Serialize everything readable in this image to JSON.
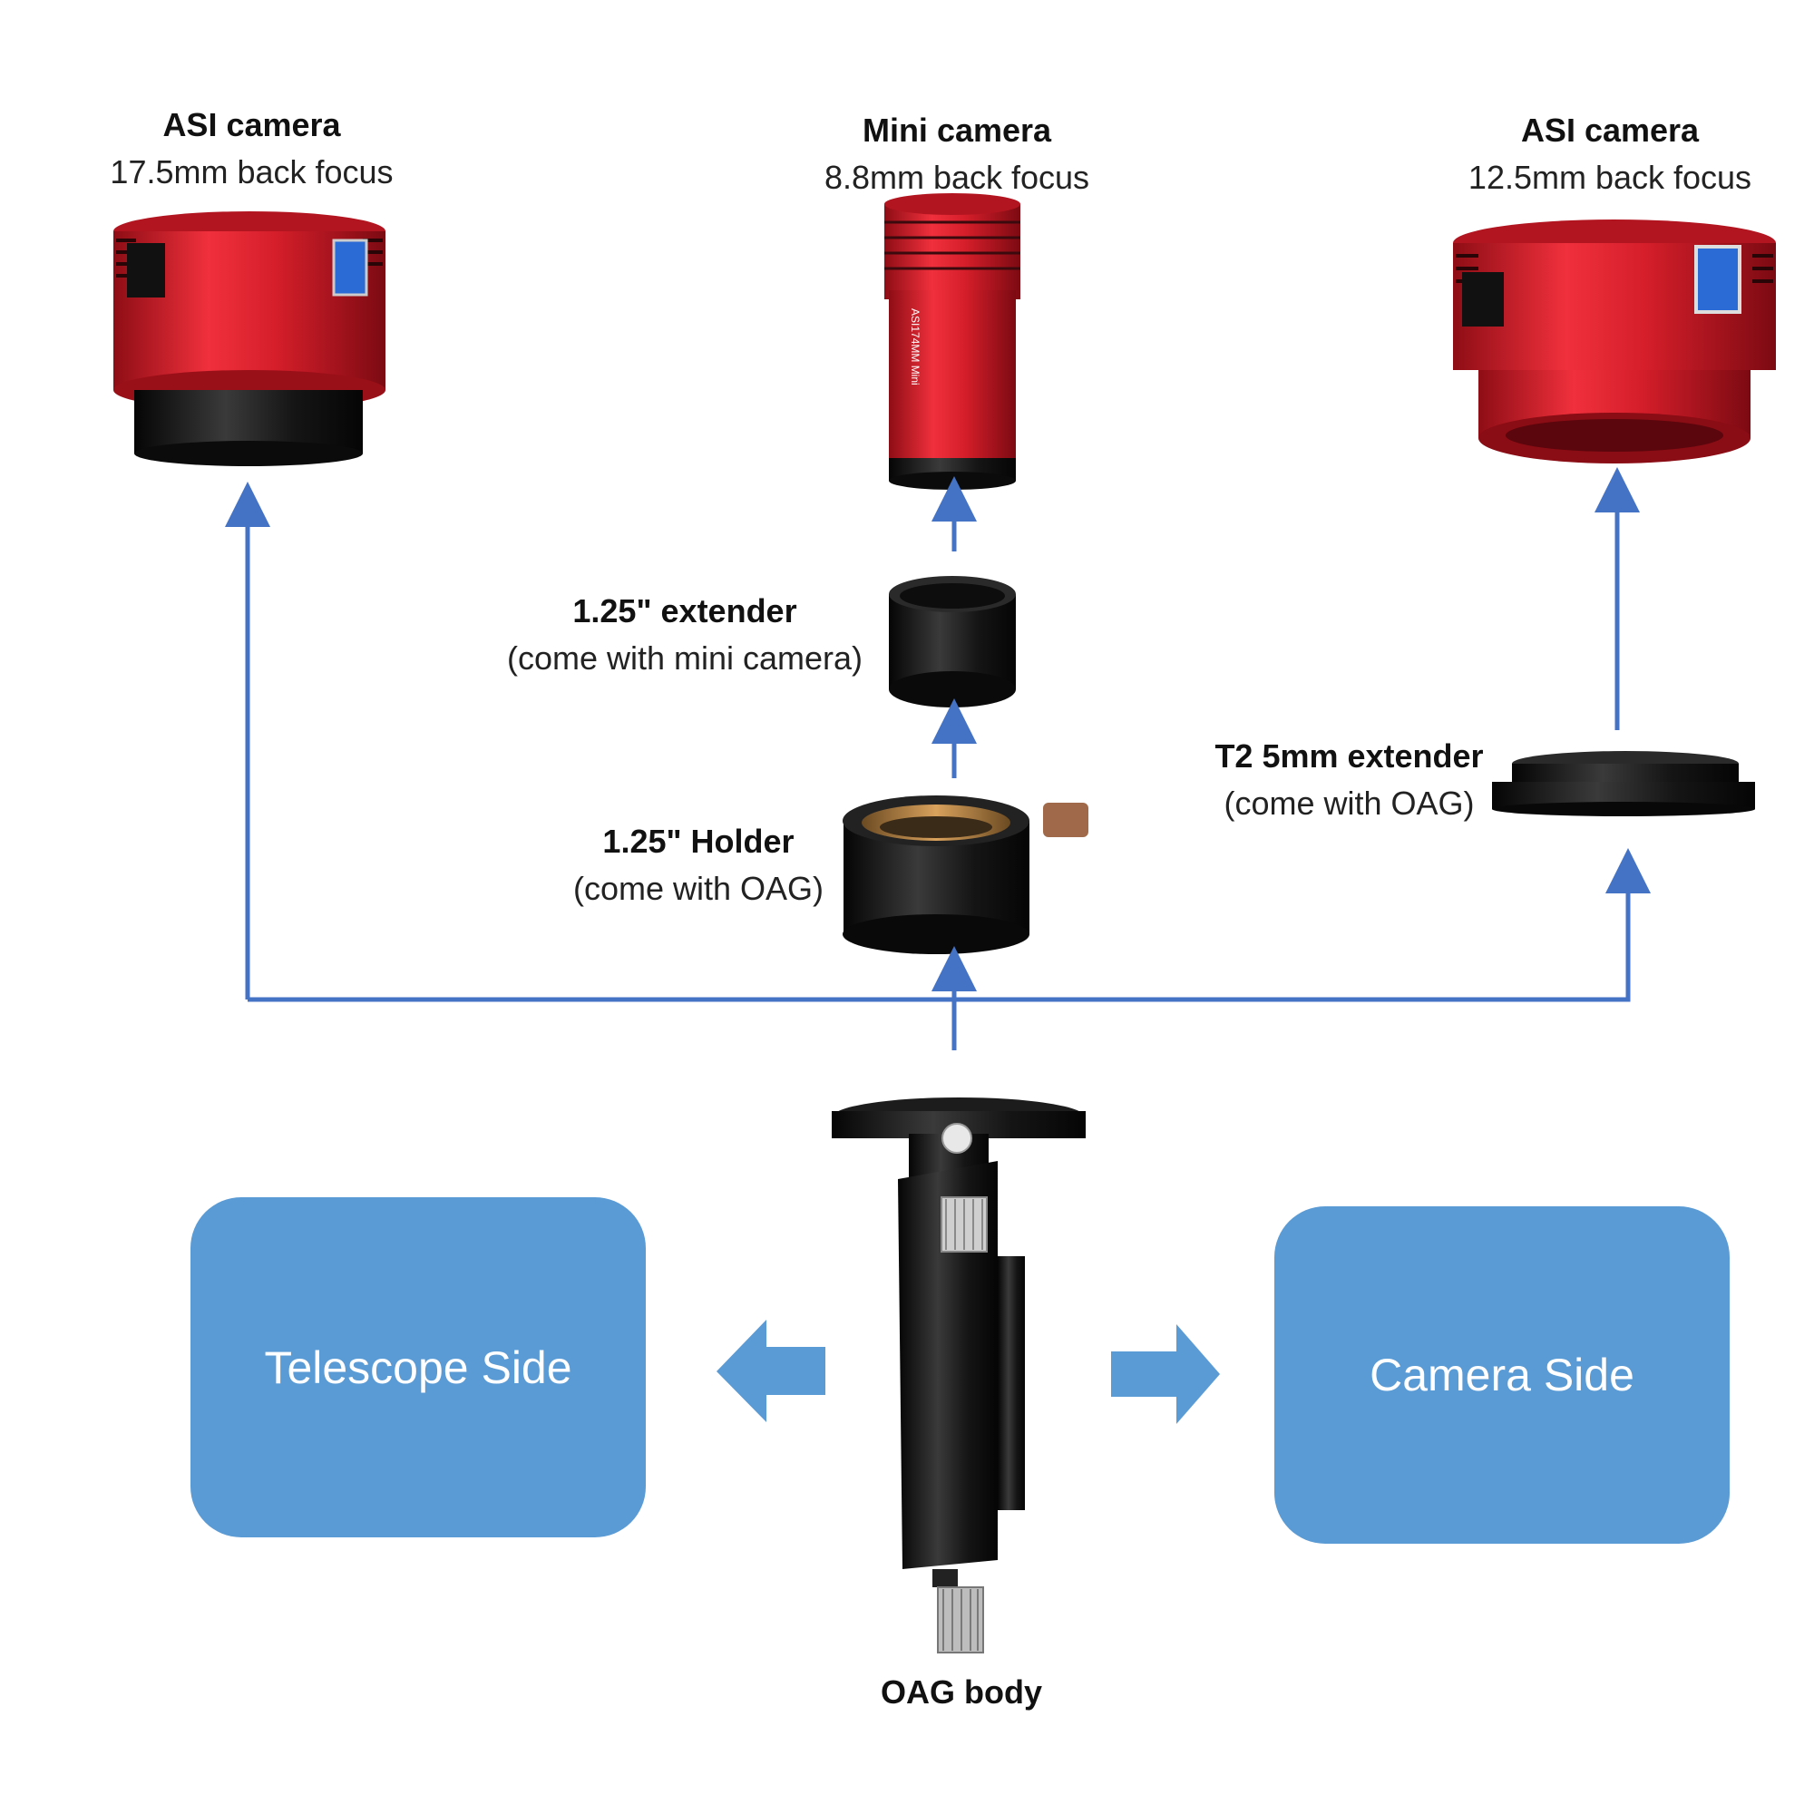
{
  "components": {
    "asi_left": {
      "title": "ASI camera",
      "subtitle": "17.5mm back focus"
    },
    "mini": {
      "title": "Mini camera",
      "subtitle": "8.8mm back focus"
    },
    "asi_right": {
      "title": "ASI camera",
      "subtitle": "12.5mm back focus"
    },
    "extender": {
      "title": "1.25\" extender",
      "subtitle": "(come with mini camera)"
    },
    "holder": {
      "title": "1.25\" Holder",
      "subtitle": "(come with OAG)"
    },
    "t2": {
      "title": "T2 5mm extender",
      "subtitle": "(come with OAG)"
    },
    "oag": {
      "title": "OAG body"
    }
  },
  "boxes": {
    "telescope": "Telescope Side",
    "camera": "Camera Side"
  },
  "colors": {
    "arrow": "#4472c4",
    "box": "#5b9bd5",
    "camera_red": "#d81e2a",
    "metal_black": "#1a1a1a"
  }
}
